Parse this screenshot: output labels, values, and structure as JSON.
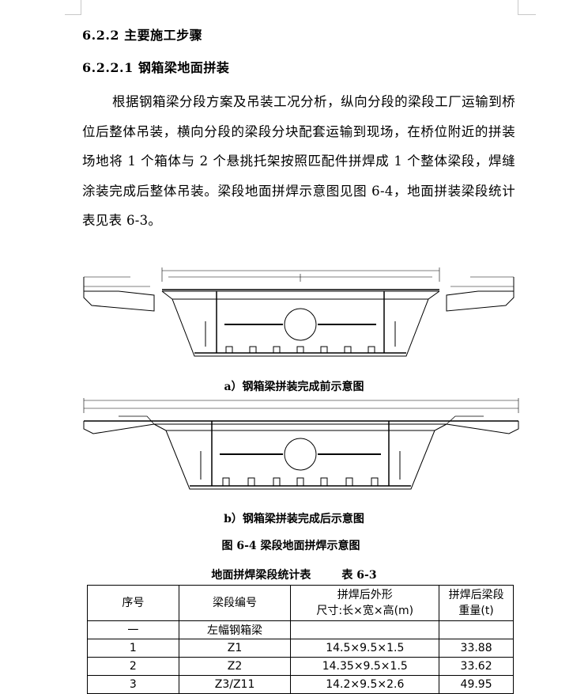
{
  "heading1": "6.2.2 主要施工步骤",
  "heading2": "6.2.2.1 钢箱梁地面拼装",
  "paragraph": "根据钢箱梁分段方案及吊装工况分析，纵向分段的梁段工厂运输到桥位后整体吊装，横向分段的梁段分块配套运输到现场，在桥位附近的拼装场地将 1 个箱体与 2 个悬挑托架按照匹配件拼焊成 1 个整体梁段，焊缝涂装完成后整体吊装。梁段地面拼焊示意图见图 6-4，地面拼装梁段统计表见表 6-3。",
  "figure": {
    "caption_a": "a）钢箱梁拼装完成前示意图",
    "caption_b": "b）钢箱梁拼装完成后示意图",
    "caption_main": "图 6-4  梁段地面拼焊示意图"
  },
  "table": {
    "title": "地面拼焊梁段统计表        表 6-3",
    "headers": [
      "序号",
      "梁段编号",
      "拼焊后外形\n尺寸:长×宽×高(m)",
      "拼焊后梁段\n重量(t)"
    ],
    "rows": [
      [
        "一",
        "左幅钢箱梁",
        "",
        ""
      ],
      [
        "1",
        "Z1",
        "14.5×9.5×1.5",
        "33.88"
      ],
      [
        "2",
        "Z2",
        "14.35×9.5×1.5",
        "33.62"
      ],
      [
        "3",
        "Z3/Z11",
        "14.2×9.5×2.6",
        "49.95"
      ]
    ]
  }
}
